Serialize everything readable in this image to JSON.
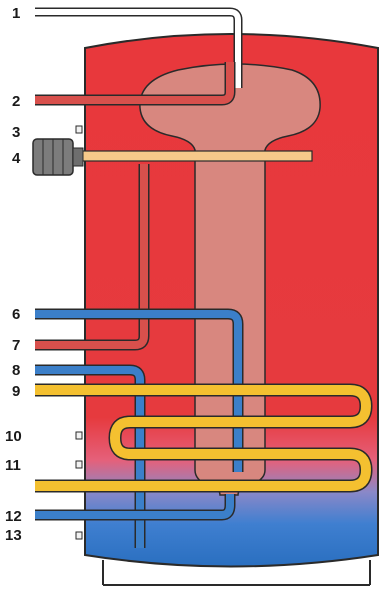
{
  "diagram": {
    "labels": {
      "l1": "1",
      "l2": "2",
      "l3": "3",
      "l4": "4",
      "l6": "6",
      "l7": "7",
      "l8": "8",
      "l9": "9",
      "l10": "10",
      "l11": "11",
      "l12": "12",
      "l13": "13"
    },
    "colors": {
      "tank_hot": "#e8383c",
      "tank_cold": "#2e7bc4",
      "inner_vessel": "#d8877f",
      "pipe_hot": "#d8504c",
      "pipe_cold": "#3b7fc9",
      "coil": "#f4c030",
      "heater_rod": "#f6c98a",
      "outline": "#2a2a2a",
      "heater_body": "#7c7c7c"
    }
  }
}
